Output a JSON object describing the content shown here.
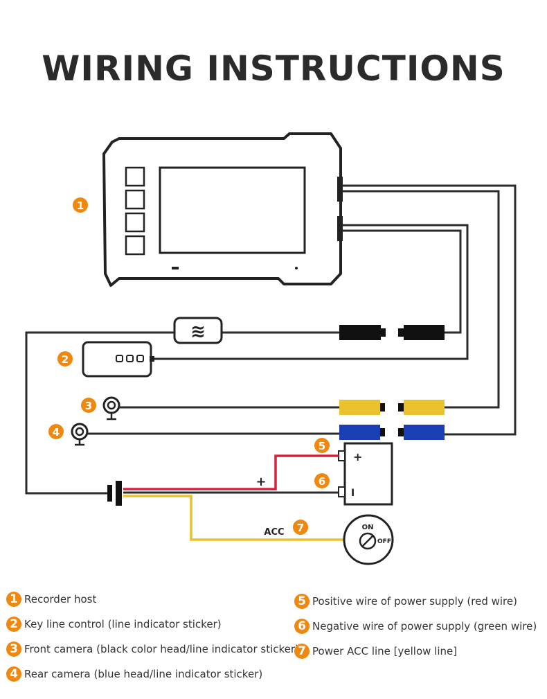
{
  "title": "WIRING INSTRUCTIONS",
  "colors": {
    "accent": "#f0870f",
    "red_wire": "#d6223f",
    "yellow_wire": "#eac22e",
    "blue_plug": "#1a3fb5",
    "wire": "#2b2b2b"
  },
  "callouts": [
    "1",
    "2",
    "3",
    "4",
    "5",
    "6",
    "7"
  ],
  "labels": {
    "plus": "+",
    "acc": "ACC",
    "on": "ON",
    "off": "OFF",
    "battery_plus": "+",
    "battery_minus": "I"
  },
  "legend": [
    {
      "num": "1",
      "text": "Recorder host"
    },
    {
      "num": "2",
      "text": "Key line control (line indicator sticker)"
    },
    {
      "num": "3",
      "text": "Front camera (black color head/line indicator sticker)"
    },
    {
      "num": "4",
      "text": "Rear camera (blue head/line indicator sticker)"
    },
    {
      "num": "5",
      "text": "Positive wire of power supply (red wire)"
    },
    {
      "num": "6",
      "text": "Negative wire of power supply (green wire)"
    },
    {
      "num": "7",
      "text": "Power ACC line [yellow line]"
    }
  ]
}
